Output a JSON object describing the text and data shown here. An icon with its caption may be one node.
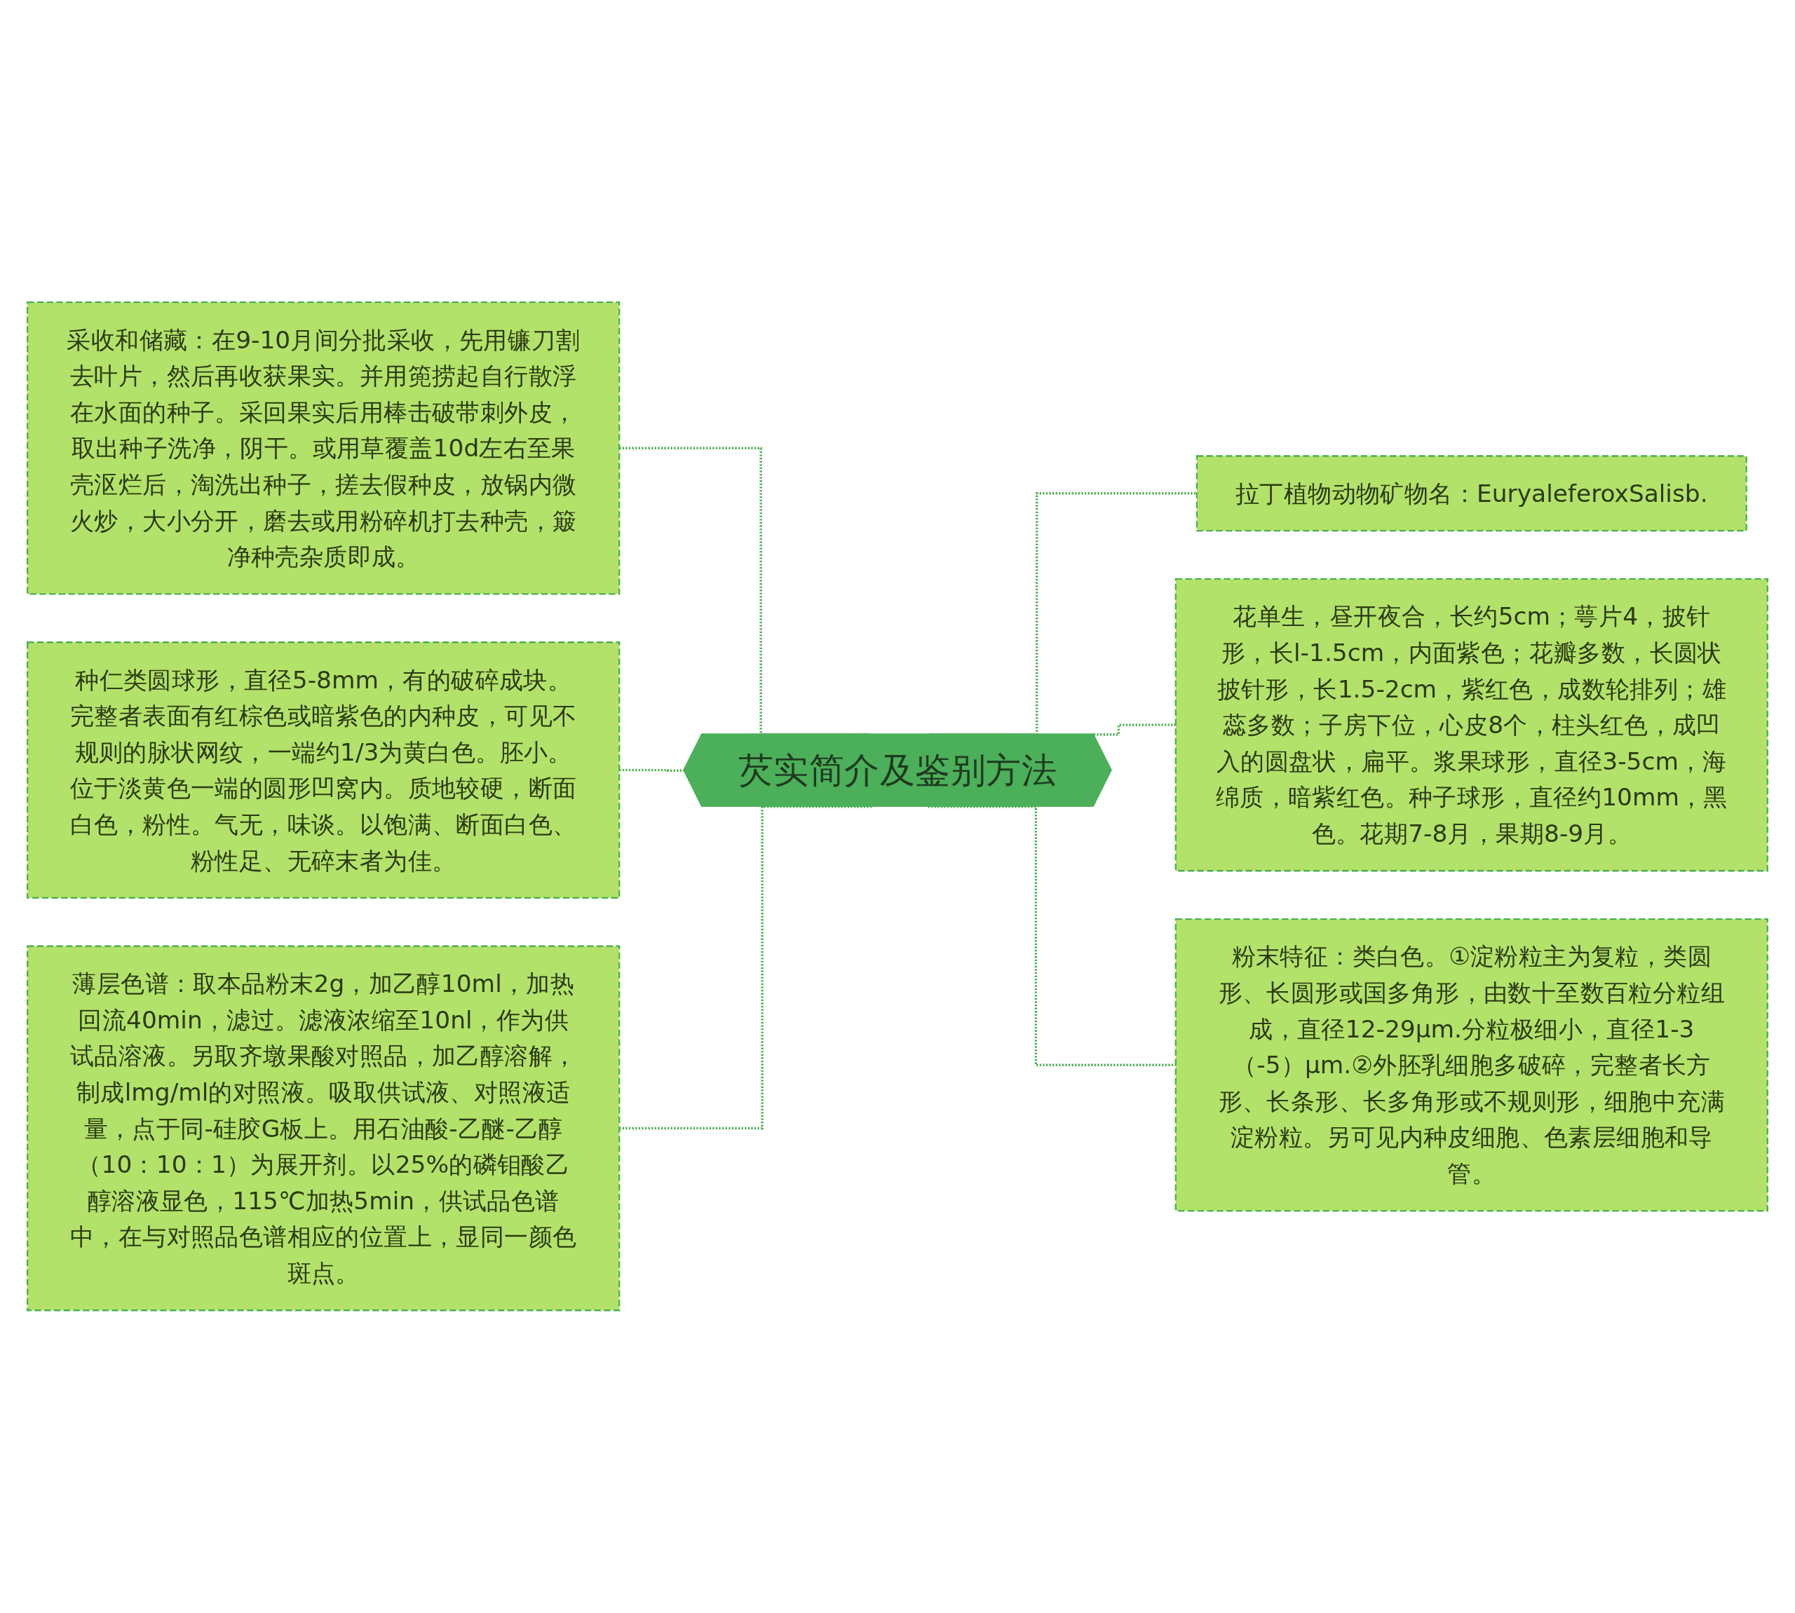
{
  "diagram": {
    "nodes": [
      {
        "text": [
          "芡实简介及鉴别方法"
        ]
      },
      {
        "text": [
          "采收和储藏：在9-10月间分批采收，先用镰刀割去叶片，然后再收获果实。并用篼捞起自行散浮在水面的种子。采回果实后用棒击破带刺外皮，取出种子洗净，阴干。或用草覆盖10d左右至果壳沤烂后，淘洗出种子，搓去假种皮，放锅内微火炒，大小分开，磨去或用粉碎机打去种壳，簸净种壳杂质即成。"
        ]
      },
      {
        "text": [
          "种仁类圆球形，直径5-8mm，有的破碎成块。完整者表面有红棕色或暗紫色的内种皮，可见不规则的脉状网纹，一端约1/3为黄白色。胚小。位于淡黄色一端的圆形凹窝内。质地较硬，断面白色，粉性。气无，味谈。以饱满、断面白色、粉性足、无碎末者为佳。"
        ]
      },
      {
        "text": [
          "薄层色谱：取本品粉末2g，加乙醇10ml，加热回流40min，滤过。滤液浓缩至10nl，作为供试品溶液。另取齐墩果酸对照品，加乙醇溶解，制成lmg/ml的对照液。吸取供试液、对照液适量，点于同-硅胶G板上。用石油酸-乙醚-乙醇（10：10：1）为展开剂。以25%的磷钼酸乙醇溶液显色，115℃加热5min，供试品色谱中，在与对照品色谱相应的位置上，显同一颜色斑点。"
        ]
      },
      {
        "text": [
          "拉丁植物动物矿物名：EuryaleferoxSalisb."
        ]
      },
      {
        "text": [
          "花单生，昼开夜合，长约5cm；萼片4，披针形，长l-1.5cm，内面紫色；花瓣多数，长圆状披针形，长1.5-2cm，紫红色，成数轮排列；雄蕊多数；子房下位，心皮8个，柱头红色，成凹入的圆盘状，扁平。浆果球形，直径3-5cm，海绵质，暗紫红色。种子球形，直径约10mm，黑色。花期7-8月，果期8-9月。"
        ]
      },
      {
        "text": [
          "粉末特征：类白色。①淀粉粒主为复粒，类圆形、长圆形或国多角形，由数十至数百粒分粒组成，直径12-29μm.分粒极细小，直径1-3（-5）μm.②外胚乳细胞多破碎，完整者长方形、长条形、长多角形或不规则形，细胞中充满淀粉粒。另可见内种皮细胞、色素层细胞和导管。"
        ]
      }
    ],
    "edges": [
      {
        "from": 1,
        "to": 0,
        "arrow": "none",
        "style": "dashed"
      },
      {
        "from": 2,
        "to": 0,
        "arrow": "none",
        "style": "dashed"
      },
      {
        "from": 3,
        "to": 0,
        "arrow": "none",
        "style": "dashed"
      },
      {
        "from": 0,
        "to": 4,
        "arrow": "none",
        "style": "dashed"
      },
      {
        "from": 0,
        "to": 5,
        "arrow": "none",
        "style": "dashed"
      },
      {
        "from": 0,
        "to": 6,
        "arrow": "none",
        "style": "dashed"
      }
    ]
  }
}
